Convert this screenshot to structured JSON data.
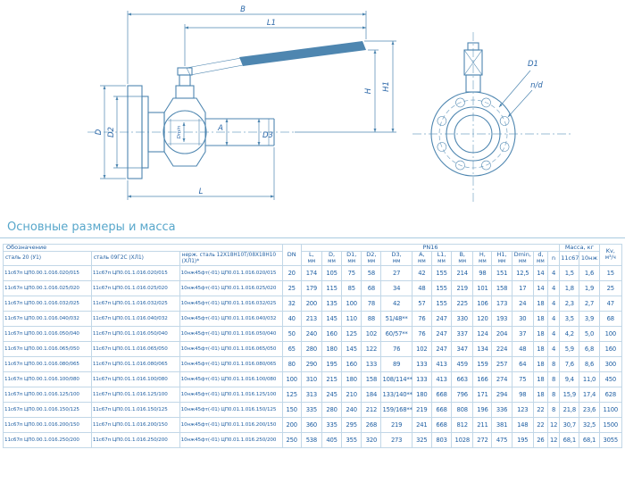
{
  "drawing": {
    "labels": {
      "B": "B",
      "L1": "L1",
      "H": "H",
      "H1": "H1",
      "D": "D",
      "D2": "D2",
      "Dmin": "Dmin",
      "A": "A",
      "D3": "D3",
      "L": "L",
      "D1": "D1",
      "nd": "n/d"
    }
  },
  "section_title": "Основные размеры и масса",
  "table": {
    "header": {
      "designation": "Обозначение",
      "col_steel20": "сталь 20 (У1)",
      "col_steel09g2s": "сталь 09Г2С (ХЛ1)",
      "col_stainless": "нерж. сталь 12Х18Н10Т/08Х18Н10 (ХЛ1)*",
      "dn": "DN",
      "pn_group": "PN16",
      "dim_cols": [
        {
          "key": "L",
          "label": "L,",
          "unit": "мм"
        },
        {
          "key": "D",
          "label": "D,",
          "unit": "мм"
        },
        {
          "key": "D1",
          "label": "D1,",
          "unit": "мм"
        },
        {
          "key": "D2",
          "label": "D2,",
          "unit": "мм"
        },
        {
          "key": "D3",
          "label": "D3,",
          "unit": "мм"
        },
        {
          "key": "A",
          "label": "A,",
          "unit": "мм"
        },
        {
          "key": "L1",
          "label": "L1,",
          "unit": "мм"
        },
        {
          "key": "B",
          "label": "B,",
          "unit": "мм"
        },
        {
          "key": "H",
          "label": "H,",
          "unit": "мм"
        },
        {
          "key": "H1",
          "label": "H1,",
          "unit": "мм"
        },
        {
          "key": "Dmin",
          "label": "Dmin,",
          "unit": "мм"
        },
        {
          "key": "d",
          "label": "d,",
          "unit": "мм"
        },
        {
          "key": "n",
          "label": "n",
          "unit": ""
        }
      ],
      "mass_group": "Масса, кг",
      "mass_cols": [
        "11с67п",
        "10нж"
      ],
      "kv_label": "Kv,",
      "kv_unit": "м³/ч"
    },
    "rows": [
      {
        "d20": "11с67п ЦП0.00.1.016.020/015",
        "d09": "11с67п ЦП0.01.1.016.020/015",
        "dst": "10нж45фт(-01) ЦП0.01.1.016.020/015",
        "dn": "20",
        "dims": [
          "174",
          "105",
          "75",
          "58",
          "27",
          "42",
          "155",
          "214",
          "98",
          "151",
          "12,5",
          "14",
          "4"
        ],
        "mass": [
          "1,5",
          "1,6"
        ],
        "kv": "15"
      },
      {
        "d20": "11с67п ЦП0.00.1.016.025/020",
        "d09": "11с67п ЦП0.01.1.016.025/020",
        "dst": "10нж45фт(-01) ЦП0.01.1.016.025/020",
        "dn": "25",
        "dims": [
          "179",
          "115",
          "85",
          "68",
          "34",
          "48",
          "155",
          "219",
          "101",
          "158",
          "17",
          "14",
          "4"
        ],
        "mass": [
          "1,8",
          "1,9"
        ],
        "kv": "25"
      },
      {
        "d20": "11с67п ЦП0.00.1.016.032/025",
        "d09": "11с67п ЦП0.01.1.016.032/025",
        "dst": "10нж45фт(-01) ЦП0.01.1.016.032/025",
        "dn": "32",
        "dims": [
          "200",
          "135",
          "100",
          "78",
          "42",
          "57",
          "155",
          "225",
          "106",
          "173",
          "24",
          "18",
          "4"
        ],
        "mass": [
          "2,3",
          "2,7"
        ],
        "kv": "47"
      },
      {
        "d20": "11с67п ЦП0.00.1.016.040/032",
        "d09": "11с67п ЦП0.01.1.016.040/032",
        "dst": "10нж45фт(-01) ЦП0.01.1.016.040/032",
        "dn": "40",
        "dims": [
          "213",
          "145",
          "110",
          "88",
          "51/48**",
          "76",
          "247",
          "330",
          "120",
          "193",
          "30",
          "18",
          "4"
        ],
        "mass": [
          "3,5",
          "3,9"
        ],
        "kv": "68"
      },
      {
        "d20": "11с67п ЦП0.00.1.016.050/040",
        "d09": "11с67п ЦП0.01.1.016.050/040",
        "dst": "10нж45фт(-01) ЦП0.01.1.016.050/040",
        "dn": "50",
        "dims": [
          "240",
          "160",
          "125",
          "102",
          "60/57**",
          "76",
          "247",
          "337",
          "124",
          "204",
          "37",
          "18",
          "4"
        ],
        "mass": [
          "4,2",
          "5,0"
        ],
        "kv": "100"
      },
      {
        "d20": "11с67п ЦП0.00.1.016.065/050",
        "d09": "11с67п ЦП0.01.1.016.065/050",
        "dst": "10нж45фт(-01) ЦП0.01.1.016.065/050",
        "dn": "65",
        "dims": [
          "280",
          "180",
          "145",
          "122",
          "76",
          "102",
          "247",
          "347",
          "134",
          "224",
          "48",
          "18",
          "4"
        ],
        "mass": [
          "5,9",
          "6,8"
        ],
        "kv": "160"
      },
      {
        "d20": "11с67п ЦП0.00.1.016.080/065",
        "d09": "11с67п ЦП0.01.1.016.080/065",
        "dst": "10нж45фт(-01) ЦП0.01.1.016.080/065",
        "dn": "80",
        "dims": [
          "290",
          "195",
          "160",
          "133",
          "89",
          "133",
          "413",
          "459",
          "159",
          "257",
          "64",
          "18",
          "8"
        ],
        "mass": [
          "7,6",
          "8,6"
        ],
        "kv": "300"
      },
      {
        "d20": "11с67п ЦП0.00.1.016.100/080",
        "d09": "11с67п ЦП0.01.1.016.100/080",
        "dst": "10нж45фт(-01) ЦП0.01.1.016.100/080",
        "dn": "100",
        "dims": [
          "310",
          "215",
          "180",
          "158",
          "108/114**",
          "133",
          "413",
          "663",
          "166",
          "274",
          "75",
          "18",
          "8"
        ],
        "mass": [
          "9,4",
          "11,0"
        ],
        "kv": "450"
      },
      {
        "d20": "11с67п ЦП0.00.1.016.125/100",
        "d09": "11с67п ЦП0.01.1.016.125/100",
        "dst": "10нж45фт(-01) ЦП0.01.1.016.125/100",
        "dn": "125",
        "dims": [
          "313",
          "245",
          "210",
          "184",
          "133/140**",
          "180",
          "668",
          "796",
          "171",
          "294",
          "98",
          "18",
          "8"
        ],
        "mass": [
          "15,9",
          "17,4"
        ],
        "kv": "628"
      },
      {
        "d20": "11с67п ЦП0.00.1.016.150/125",
        "d09": "11с67п ЦП0.01.1.016.150/125",
        "dst": "10нж45фт(-01) ЦП0.01.1.016.150/125",
        "dn": "150",
        "dims": [
          "335",
          "280",
          "240",
          "212",
          "159/168**",
          "219",
          "668",
          "808",
          "196",
          "336",
          "123",
          "22",
          "8"
        ],
        "mass": [
          "21,8",
          "23,6"
        ],
        "kv": "1100"
      },
      {
        "d20": "11с67п ЦП0.00.1.016.200/150",
        "d09": "11с67п ЦП0.01.1.016.200/150",
        "dst": "10нж45фт(-01) ЦП0.01.1.016.200/150",
        "dn": "200",
        "dims": [
          "360",
          "335",
          "295",
          "268",
          "219",
          "241",
          "668",
          "812",
          "211",
          "381",
          "148",
          "22",
          "12"
        ],
        "mass": [
          "30,7",
          "32,5"
        ],
        "kv": "1500"
      },
      {
        "d20": "11с67п ЦП0.00.1.016.250/200",
        "d09": "11с67п ЦП0.01.1.016.250/200",
        "dst": "10нж45фт(-01) ЦП0.01.1.016.250/200",
        "dn": "250",
        "dims": [
          "538",
          "405",
          "355",
          "320",
          "273",
          "325",
          "803",
          "1028",
          "272",
          "475",
          "195",
          "26",
          "12"
        ],
        "mass": [
          "68,1",
          "68,1"
        ],
        "kv": "3055"
      }
    ]
  }
}
